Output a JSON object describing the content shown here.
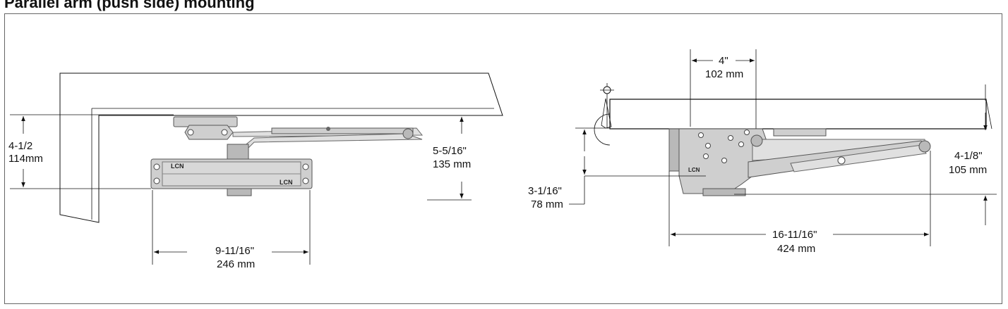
{
  "title": "Parallel arm (push side) mounting",
  "left_view": {
    "dim_height_in": "4-1/2",
    "dim_height_mm": "114mm",
    "dim_depth_in": "5-5/16\"",
    "dim_depth_mm": "135 mm",
    "dim_width_in": "9-11/16\"",
    "dim_width_mm": "246 mm",
    "brand_label_1": "LCN",
    "brand_label_2": "LCN"
  },
  "right_view": {
    "dim_top_in": "4\"",
    "dim_top_mm": "102 mm",
    "dim_right_in": "4-1/8\"",
    "dim_right_mm": "105 mm",
    "dim_left_in": "3-1/16\"",
    "dim_left_mm": "78 mm",
    "dim_length_in": "16-11/16\"",
    "dim_length_mm": "424 mm",
    "brand_label": "LCN"
  },
  "colors": {
    "ink": "#111111",
    "metal": "#cfcfcf",
    "frame": "#666666"
  }
}
